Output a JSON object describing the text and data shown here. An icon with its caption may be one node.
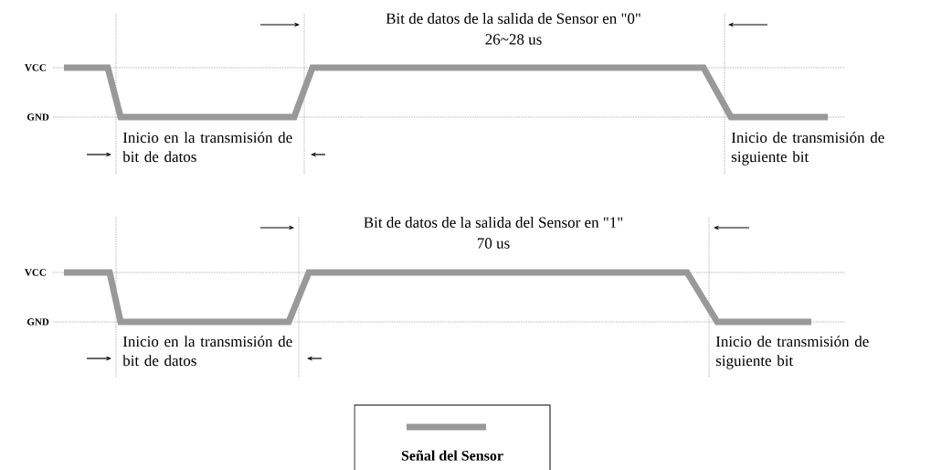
{
  "diagram": {
    "labels": [
      "Bit de datos de la salida de Sensor en \"0\"",
      "26~28 us",
      "VCC",
      "GND",
      "Inicio en la transmisión de bit de datos",
      "Inicio de transmisión de siguiente bit",
      "Bit de datos de la salida del Sensor en \"1\"",
      "70 us",
      "VCC",
      "GND",
      "Inicio en la transmisión de bit de datos",
      "Inicio de transmisión de siguiente bit"
    ],
    "legend": [
      {
        "text": "Señal del Sensor"
      }
    ]
  }
}
